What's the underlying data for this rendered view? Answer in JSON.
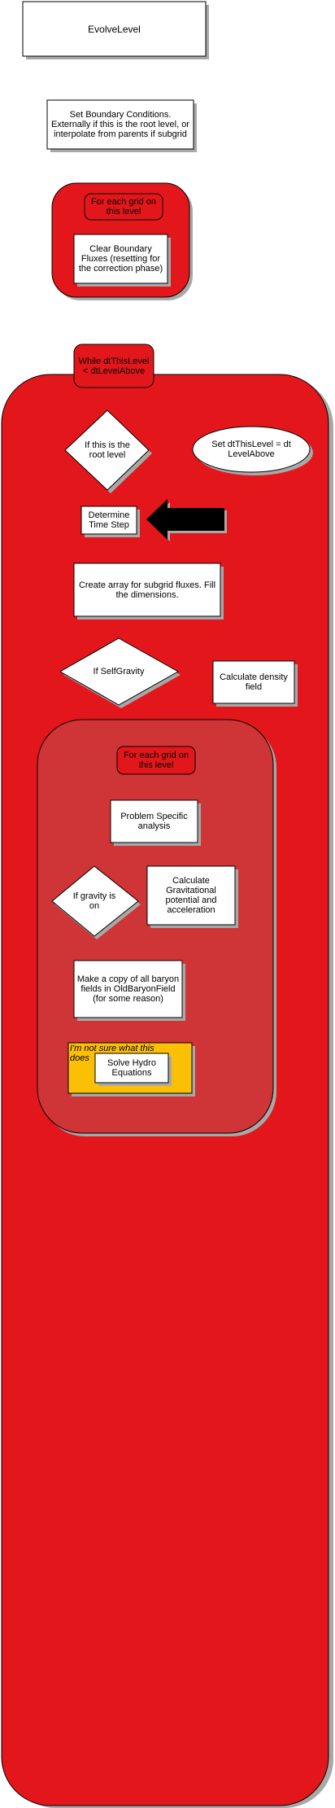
{
  "diagram": {
    "title": "EvolveLevel",
    "boundary_conditions": "Set Boundary Conditions. Externally if this is the root level, or interpolate from parents if subgrid",
    "for_each_grid_1": "For each grid on this level",
    "clear_fluxes": "Clear Boundary Fluxes (resetting for the correction phase)",
    "while_loop": "While dtThisLevel < dtLevelAbove",
    "if_root": "If this is the root level",
    "set_dt": "Set dtThisLevel = dt LevelAbove",
    "determine_timestep": "Determine Time Step",
    "create_array": "Create array for subgrid fluxes. Fill the dimensions.",
    "if_selfgravity": "If SelfGravity",
    "calc_density": "Calculate density field",
    "for_each_grid_2": "For each grid on this level",
    "problem_specific": "Problem Specific analysis",
    "if_gravity_on": "If gravity is on",
    "calc_grav": "Calculate Gravitational potential and acceleration",
    "copy_baryon": "Make a copy of all baryon fields in OldBaryonField (for some reason)",
    "note_unsure": "I'm not sure what this does",
    "solve_hydro": "Solve Hydro Equations"
  },
  "colors": {
    "red": "#e3171b",
    "dark_red": "#cf3436",
    "gold": "#fbbf04",
    "shadow": "#a8a8a8",
    "black": "#000000"
  },
  "icons": {
    "arrow": "left-arrow-icon"
  }
}
